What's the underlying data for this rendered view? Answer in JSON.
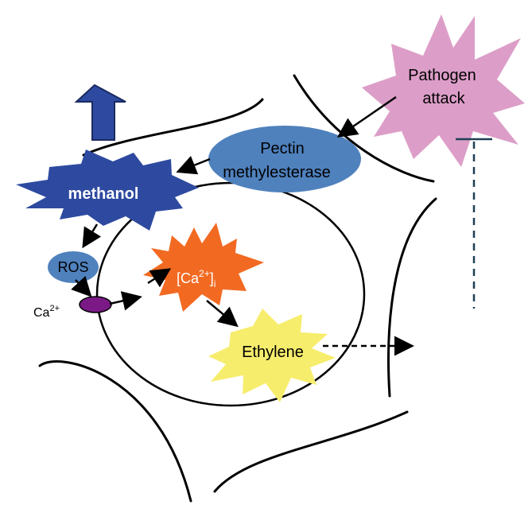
{
  "labels": {
    "pathogen_line1": "Pathogen",
    "pathogen_line2": "attack",
    "pectin_line1": "Pectin",
    "pectin_line2": "methylesterase",
    "methanol": "methanol",
    "ros": "ROS",
    "ca_ion": "Ca",
    "ca_ion_charge": "2+",
    "ca_intracellular_open": "[Ca",
    "ca_intracellular_charge": "2+",
    "ca_intracellular_close": "]",
    "ca_intracellular_sub": "i",
    "ethylene": "Ethylene"
  },
  "colors": {
    "pathogen_star": "#dc9ec8",
    "pectin_ellipse": "#4f81bd",
    "methanol_star": "#2e4aa0",
    "ros_ellipse": "#4f81bd",
    "calcium_star": "#f26a22",
    "ethylene_star": "#f7ed6d",
    "channel": "#7b1a86",
    "up_arrow": "#2e4aa0",
    "inhibition_line": "#1f3f55"
  }
}
